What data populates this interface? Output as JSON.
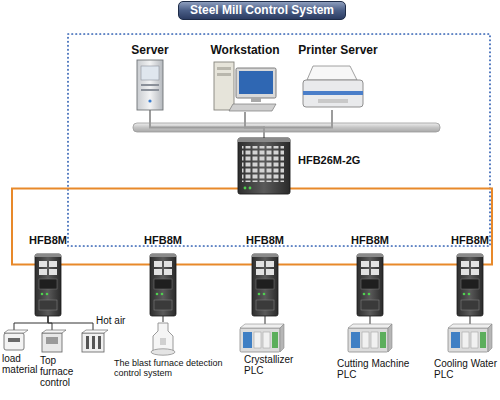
{
  "diagram": {
    "title": "Steel Mill Control System",
    "nodes": [
      {
        "text": [
          "Server"
        ]
      },
      {
        "text": [
          "Workstation"
        ]
      },
      {
        "text": [
          "Printer Server"
        ]
      },
      {
        "text": [
          "HFB26M-2G"
        ]
      },
      {
        "text": [
          "HFB8M"
        ]
      },
      {
        "text": [
          "HFB8M"
        ]
      },
      {
        "text": [
          "HFB8M"
        ]
      },
      {
        "text": [
          "HFB8M"
        ]
      },
      {
        "text": [
          "HFB8M"
        ]
      },
      {
        "text": [
          "load material"
        ]
      },
      {
        "text": [
          "Top furnace control"
        ]
      },
      {
        "text": [
          "Hot air"
        ]
      },
      {
        "text": [
          "The blast furnace detection control system"
        ]
      },
      {
        "text": [
          "Crystallizer PLC"
        ]
      },
      {
        "text": [
          "Cutting Machine PLC"
        ]
      },
      {
        "text": [
          "Cooling Water PLC"
        ]
      }
    ],
    "edges": [
      {
        "from": 0,
        "to": 3,
        "arrow": "none"
      },
      {
        "from": 1,
        "to": 3,
        "arrow": "none"
      },
      {
        "from": 2,
        "to": 3,
        "arrow": "none"
      },
      {
        "from": 3,
        "to": 4,
        "arrow": "none"
      },
      {
        "from": 4,
        "to": 5,
        "arrow": "none"
      },
      {
        "from": 5,
        "to": 6,
        "arrow": "none"
      },
      {
        "from": 6,
        "to": 7,
        "arrow": "none"
      },
      {
        "from": 7,
        "to": 8,
        "arrow": "none"
      },
      {
        "from": 8,
        "to": 3,
        "arrow": "none"
      },
      {
        "from": 4,
        "to": 9,
        "arrow": "none"
      },
      {
        "from": 4,
        "to": 10,
        "arrow": "none"
      },
      {
        "from": 4,
        "to": 11,
        "arrow": "none"
      },
      {
        "from": 5,
        "to": 12,
        "arrow": "none"
      },
      {
        "from": 6,
        "to": 13,
        "arrow": "none"
      },
      {
        "from": 7,
        "to": 14,
        "arrow": "none"
      },
      {
        "from": 8,
        "to": 15,
        "arrow": "none"
      }
    ]
  }
}
